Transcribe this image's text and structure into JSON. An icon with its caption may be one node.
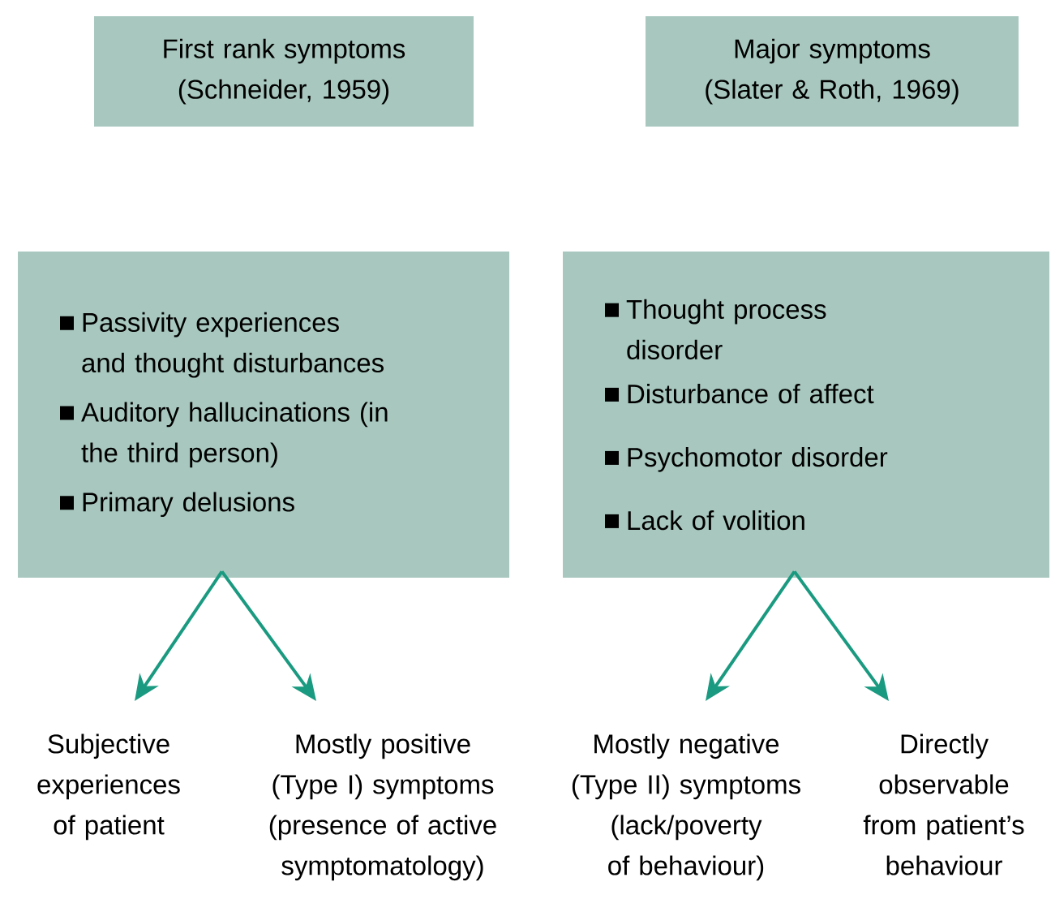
{
  "diagram": {
    "nodes": [
      {
        "text": [
          "First rank symptoms (Schneider, 1959)"
        ]
      },
      {
        "text": [
          "Major symptoms (Slater & Roth, 1969)"
        ]
      },
      {
        "text": [
          "Passivity experiences and thought disturbances",
          "Auditory hallucinations (in the third person)",
          "Primary delusions"
        ]
      },
      {
        "text": [
          "Thought process disorder",
          "Disturbance of affect",
          "Psychomotor disorder",
          "Lack of volition"
        ]
      },
      {
        "text": [
          "Subjective experiences of patient"
        ]
      },
      {
        "text": [
          "Mostly positive (Type I) symptoms (presence of active symptomatology)"
        ]
      },
      {
        "text": [
          "Mostly negative (Type II) symptoms (lack/poverty of behaviour)"
        ]
      },
      {
        "text": [
          "Directly observable from patient’s behaviour"
        ]
      }
    ],
    "edges": [
      {
        "from": 2,
        "to": 4,
        "arrow": "to"
      },
      {
        "from": 2,
        "to": 5,
        "arrow": "to"
      },
      {
        "from": 3,
        "to": 6,
        "arrow": "to"
      },
      {
        "from": 3,
        "to": 7,
        "arrow": "to"
      }
    ]
  }
}
